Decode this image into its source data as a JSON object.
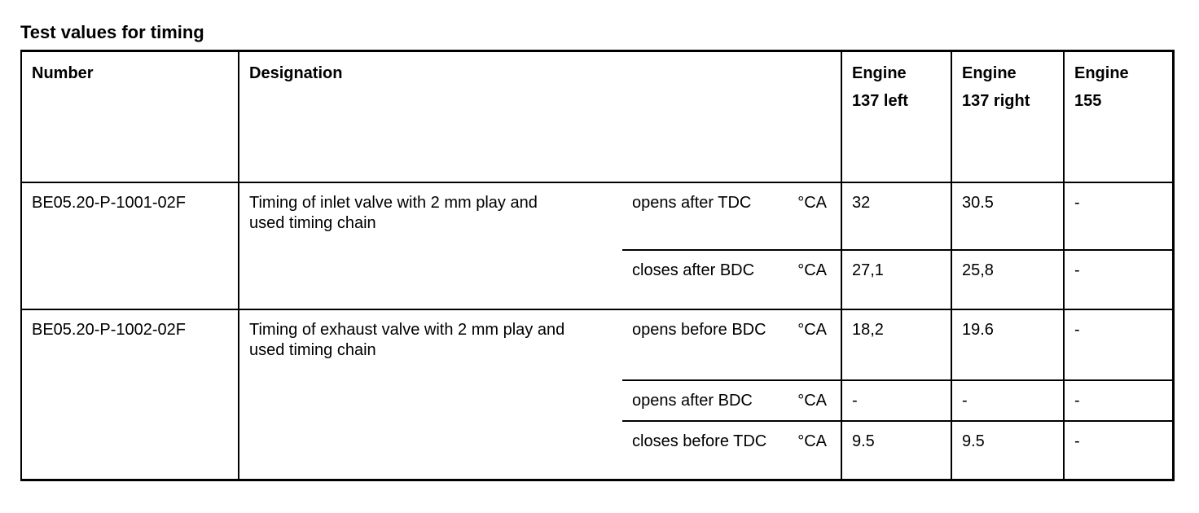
{
  "page": {
    "title": "Test values for timing"
  },
  "colors": {
    "text": "#000000",
    "border": "#000000",
    "background": "#ffffff"
  },
  "table": {
    "headers": {
      "number": "Number",
      "designation": "Designation",
      "engines": [
        "Engine\n137 left",
        "Engine\n137 right",
        "Engine\n155"
      ]
    },
    "rows": [
      {
        "number": "BE05.20-P-1001-02F",
        "designation": "Timing of inlet valve with 2 mm play and used timing chain",
        "sub_rows": [
          {
            "condition": "opens after TDC",
            "unit": "°CA",
            "values": [
              "32",
              "30.5",
              "-"
            ]
          },
          {
            "condition": "closes after BDC",
            "unit": "°CA",
            "values": [
              "27,1",
              "25,8",
              "-"
            ]
          }
        ]
      },
      {
        "number": "BE05.20-P-1002-02F",
        "designation": "Timing of exhaust valve with 2 mm play and used timing chain",
        "sub_rows": [
          {
            "condition": "opens before BDC",
            "unit": "°CA",
            "values": [
              "18,2",
              "19.6",
              "-"
            ]
          },
          {
            "condition": "opens after BDC",
            "unit": "°CA",
            "values": [
              "-",
              "-",
              "-"
            ]
          },
          {
            "condition": "closes before TDC",
            "unit": "°CA",
            "values": [
              "9.5",
              "9.5",
              "-"
            ]
          }
        ]
      }
    ]
  }
}
